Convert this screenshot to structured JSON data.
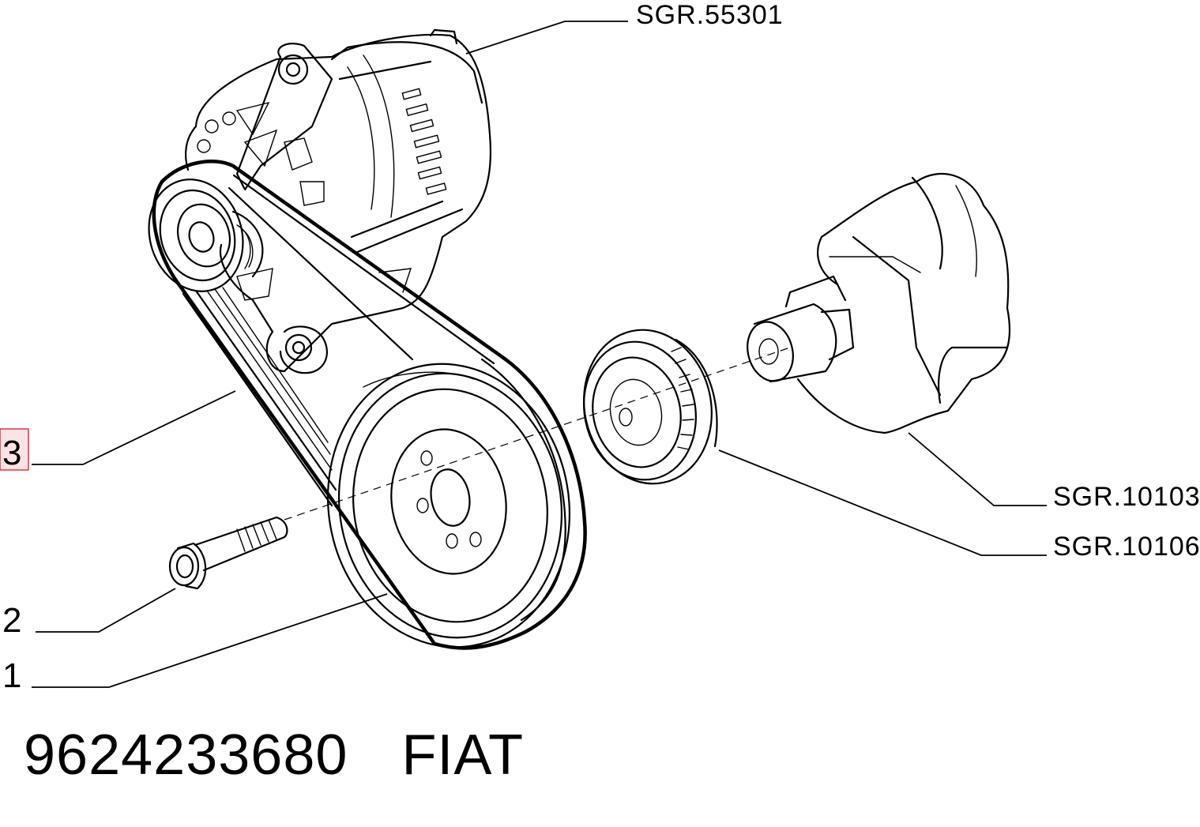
{
  "callouts": {
    "alternator_ref": "SGR.55301",
    "crankshaft_ref": "SGR.10103",
    "timing_gear_ref": "SGR.10106",
    "item_belt": "3",
    "item_bolt": "2",
    "item_pulley": "1"
  },
  "footer": {
    "part_number": "9624233680",
    "brand": "FIAT"
  },
  "colors": {
    "line": "#000000",
    "background": "#ffffff",
    "highlight_fill": "#fbe3e6",
    "highlight_border": "#d9363e"
  }
}
